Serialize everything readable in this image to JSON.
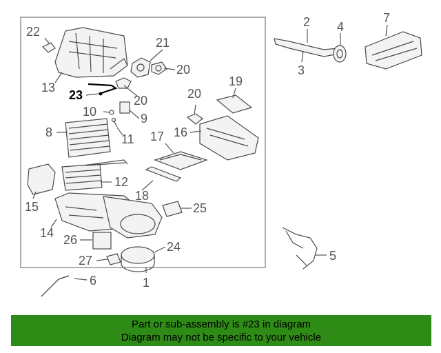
{
  "diagram": {
    "callouts": {
      "n1": "1",
      "n2": "2",
      "n3": "3",
      "n4": "4",
      "n5": "5",
      "n6": "6",
      "n7": "7",
      "n8": "8",
      "n9": "9",
      "n10": "10",
      "n11": "11",
      "n12": "12",
      "n13": "13",
      "n14": "14",
      "n15": "15",
      "n16": "16",
      "n17": "17",
      "n18": "18",
      "n19": "19",
      "n20a": "20",
      "n20b": "20",
      "n20c": "20",
      "n21": "21",
      "n22": "22",
      "n23": "23",
      "n24": "24",
      "n25": "25",
      "n26": "26",
      "n27": "27"
    },
    "highlighted_part": "23"
  },
  "banner": {
    "line1": "Part or sub-assembly is #23 in diagram",
    "line2": "Diagram may not be specific to your vehicle",
    "background_color": "#2e8b16"
  }
}
